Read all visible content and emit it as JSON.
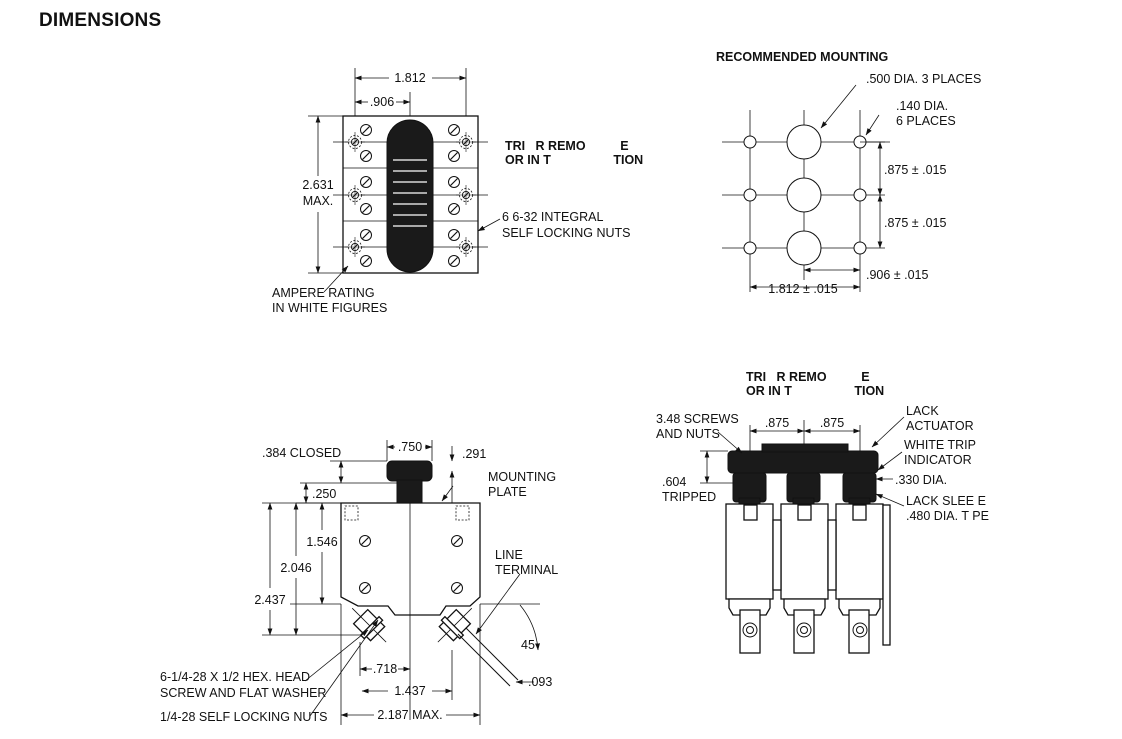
{
  "title": "DIMENSIONS",
  "top_view": {
    "dim_width": "1.812",
    "dim_half": ".906",
    "dim_height": "2.631",
    "dim_height_max": "MAX.",
    "orient_line1": "TRI   R REMO          E",
    "orient_line2": "OR IN T                  TION",
    "nuts_line1": "6 6-32 INTEGRAL",
    "nuts_line2": "SELF LOCKING NUTS",
    "rating_line1": "AMPERE RATING",
    "rating_line2": "IN WHITE FIGURES"
  },
  "mounting": {
    "heading": "RECOMMENDED MOUNTING",
    "big_hole_line1": ".500 DIA. 3 PLACES",
    "small_hole_line1": ".140 DIA.",
    "small_hole_line2": "6 PLACES",
    "pitch_1": ".875 ± .015",
    "pitch_2": ".875 ± .015",
    "width": "1.812 ± .015",
    "half_width": ".906 ± .015"
  },
  "side_view": {
    "closed": ".384 CLOSED",
    "cap_width": ".750",
    "cap_offset": ".291",
    "plate_thickness": ".250",
    "mounting_plate_line1": "MOUNTING",
    "mounting_plate_line2": "PLATE",
    "dim_1546": "1.546",
    "dim_2046": "2.046",
    "dim_2437": "2.437",
    "line_terminal_line1": "LINE",
    "line_terminal_line2": "TERMINAL",
    "angle": "45",
    "dim_093": ".093",
    "dim_718": ".718",
    "dim_1437": "1.437",
    "dim_2187": "2.187 MAX.",
    "screw_line1": "6-1/4-28 X 1/2 HEX. HEAD",
    "screw_line2": "SCREW AND FLAT WASHER",
    "nuts": "1/4-28 SELF LOCKING NUTS"
  },
  "front_view": {
    "orient_line1": "TRI   R REMO          E",
    "orient_line2": "OR IN T                  TION",
    "screws_line1": "3.48 SCREWS",
    "screws_line2": "AND NUTS",
    "pitch_1": ".875",
    "pitch_2": ".875",
    "actuator_line1": "LACK",
    "actuator_line2": "ACTUATOR",
    "trip_line1": "WHITE TRIP",
    "trip_line2": "INDICATOR",
    "dia_330": ".330 DIA.",
    "tripped_value": ".604",
    "tripped_label": "TRIPPED",
    "sleeve_line1": "LACK SLEE E",
    "sleeve_line2": ".480 DIA. T PE"
  }
}
